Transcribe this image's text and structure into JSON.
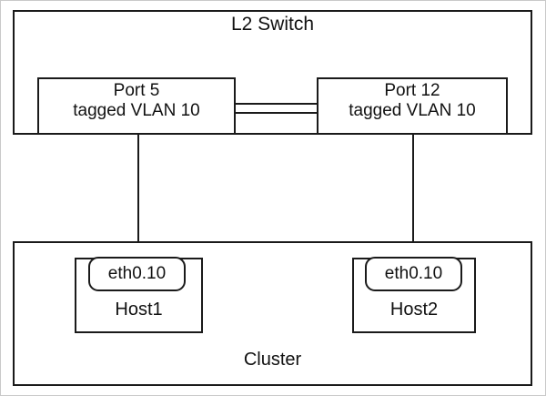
{
  "diagram": {
    "type": "network-topology",
    "switch": {
      "title": "L2 Switch",
      "ports": [
        {
          "id": "port5",
          "name": "Port 5",
          "vlan_line": "tagged VLAN 10",
          "label": "Port 5\ntagged VLAN 10"
        },
        {
          "id": "port12",
          "name": "Port 12",
          "vlan_line": "tagged VLAN 10",
          "label": "Port 12\ntagged VLAN 10"
        }
      ]
    },
    "cluster": {
      "title": "Cluster",
      "hosts": [
        {
          "id": "host1",
          "name": "Host1",
          "interface": "eth0.10"
        },
        {
          "id": "host2",
          "name": "Host2",
          "interface": "eth0.10"
        }
      ]
    },
    "colors": {
      "stroke": "#1a1a1a",
      "background": "#ffffff",
      "frame": "#c9c9c9"
    }
  }
}
